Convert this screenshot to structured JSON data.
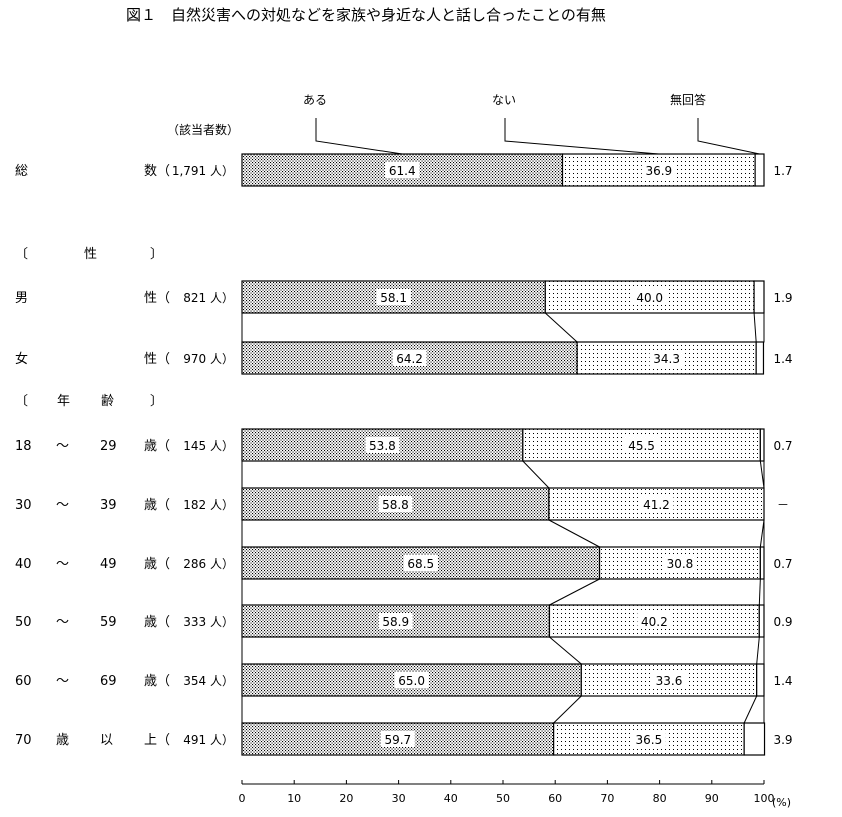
{
  "chart_data": {
    "type": "bar",
    "stacked": true,
    "orientation": "horizontal",
    "title": "図１　自然災害への対処などを家族や身近な人と話し合ったことの有無",
    "count_header": "（該当者数）",
    "series": [
      {
        "name": "ある",
        "pattern": "dense-dots"
      },
      {
        "name": "ない",
        "pattern": "sparse-dots"
      },
      {
        "name": "無回答",
        "pattern": "white"
      }
    ],
    "rows": [
      {
        "label": [
          "総",
          "数（"
        ],
        "count": "1,791 人）",
        "values": [
          61.4,
          36.9,
          1.7
        ],
        "texts": [
          "61.4",
          "36.9",
          "1.7"
        ]
      },
      {
        "label": [
          "男",
          "性（"
        ],
        "count": "821 人）",
        "values": [
          58.1,
          40.0,
          1.9
        ],
        "texts": [
          "58.1",
          "40.0",
          "1.9"
        ]
      },
      {
        "label": [
          "女",
          "性（"
        ],
        "count": "970 人）",
        "values": [
          64.2,
          34.3,
          1.4
        ],
        "texts": [
          "64.2",
          "34.3",
          "1.4"
        ]
      },
      {
        "label": [
          "18",
          "～",
          "29",
          "歳（"
        ],
        "count": "145 人）",
        "values": [
          53.8,
          45.5,
          0.7
        ],
        "texts": [
          "53.8",
          "45.5",
          "0.7"
        ]
      },
      {
        "label": [
          "30",
          "～",
          "39",
          "歳（"
        ],
        "count": "182 人）",
        "values": [
          58.8,
          41.2,
          0
        ],
        "texts": [
          "58.8",
          "41.2",
          "－"
        ]
      },
      {
        "label": [
          "40",
          "～",
          "49",
          "歳（"
        ],
        "count": "286 人）",
        "values": [
          68.5,
          30.8,
          0.7
        ],
        "texts": [
          "68.5",
          "30.8",
          "0.7"
        ]
      },
      {
        "label": [
          "50",
          "～",
          "59",
          "歳（"
        ],
        "count": "333 人）",
        "values": [
          58.9,
          40.2,
          0.9
        ],
        "texts": [
          "58.9",
          "40.2",
          "0.9"
        ]
      },
      {
        "label": [
          "60",
          "～",
          "69",
          "歳（"
        ],
        "count": "354 人）",
        "values": [
          65.0,
          33.6,
          1.4
        ],
        "texts": [
          "65.0",
          "33.6",
          "1.4"
        ]
      },
      {
        "label": [
          "70",
          "歳",
          "以",
          "上（"
        ],
        "count": "491 人）",
        "values": [
          59.7,
          36.5,
          3.9
        ],
        "texts": [
          "59.7",
          "36.5",
          "3.9"
        ]
      }
    ],
    "groups": [
      {
        "label": [
          "〔",
          "性",
          "〕"
        ]
      },
      {
        "label": [
          "〔",
          "年",
          "齢",
          "〕"
        ]
      }
    ],
    "x_ticks": [
      "0",
      "10",
      "20",
      "30",
      "40",
      "50",
      "60",
      "70",
      "80",
      "90",
      "100"
    ],
    "x_unit": "(%)",
    "xlim": [
      0,
      100
    ],
    "grid": false,
    "legend": "callouts above first bar",
    "colors": {
      "bar_stroke": "#000000",
      "dots": "#000000",
      "background": "#ffffff"
    }
  }
}
